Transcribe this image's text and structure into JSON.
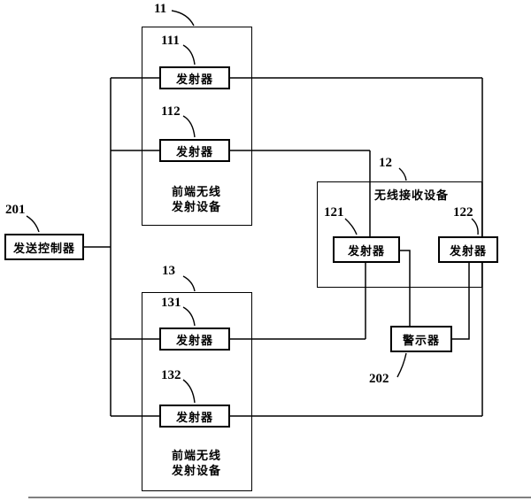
{
  "figure": {
    "controller": {
      "ref": "201",
      "label": "发送控制器"
    },
    "front_device_top": {
      "ref": "11",
      "caption1": "前端无线",
      "caption2": "发射设备",
      "tx_a": {
        "ref": "111",
        "label": "发射器"
      },
      "tx_b": {
        "ref": "112",
        "label": "发射器"
      }
    },
    "front_device_bottom": {
      "ref": "13",
      "caption1": "前端无线",
      "caption2": "发射设备",
      "tx_a": {
        "ref": "131",
        "label": "发射器"
      },
      "tx_b": {
        "ref": "132",
        "label": "发射器"
      }
    },
    "receiver_device": {
      "ref": "12",
      "title": "无线接收设备",
      "rx_a": {
        "ref": "121",
        "label": "发射器"
      },
      "rx_b": {
        "ref": "122",
        "label": "发射器"
      }
    },
    "alarm": {
      "ref": "202",
      "label": "警示器"
    },
    "line_color": "#000000"
  }
}
